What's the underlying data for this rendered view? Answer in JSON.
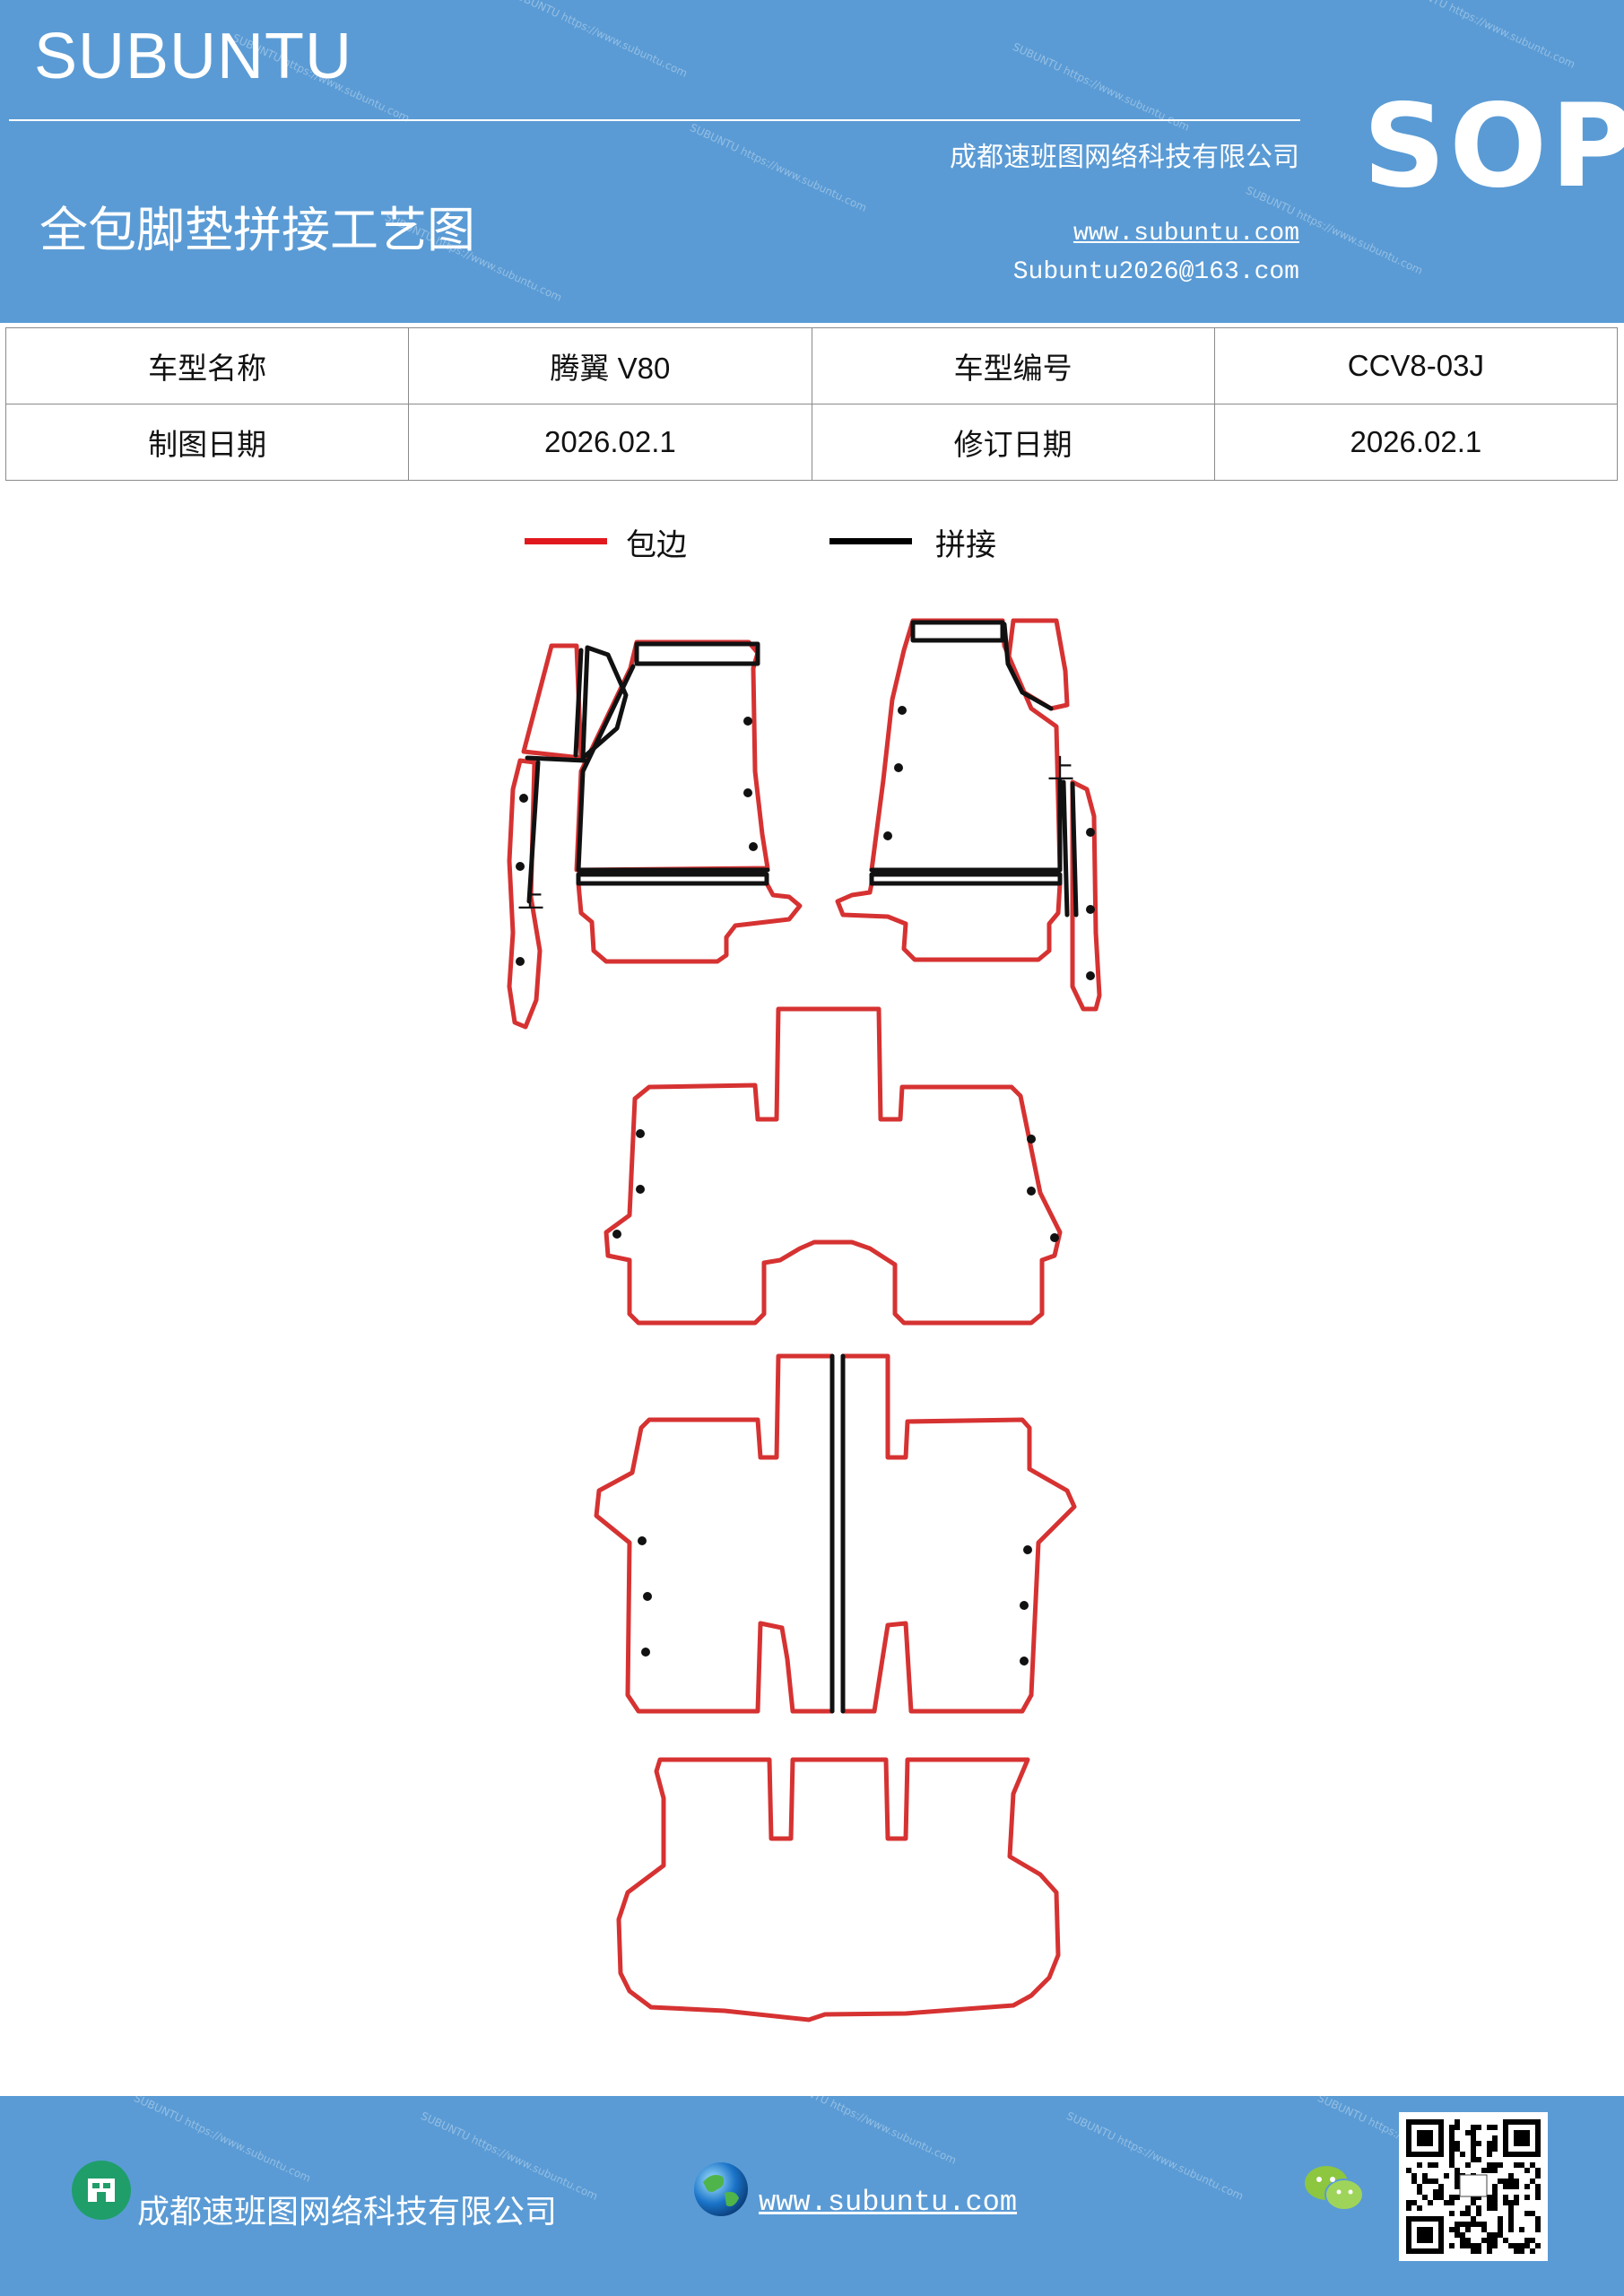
{
  "header": {
    "brand": "SUBUNTU",
    "company": "成都速班图网络科技有限公司",
    "title": "全包脚垫拼接工艺图",
    "url": "www.subuntu.com",
    "email": "Subuntu2026@163.com",
    "badge": "SOP"
  },
  "info_table": {
    "rows": [
      {
        "label1": "车型名称",
        "value1": "腾翼 V80",
        "label2": "车型编号",
        "value2": "CCV8-03J"
      },
      {
        "label1": "制图日期",
        "value1": "2026.02.1",
        "label2": "修订日期",
        "value2": "2026.02.1"
      }
    ]
  },
  "legend": {
    "items": [
      {
        "label": "包边",
        "color": "#e0191e"
      },
      {
        "label": "拼接",
        "color": "#000000"
      }
    ]
  },
  "diagram": {
    "up_mark_left": "上",
    "up_mark_right": "上",
    "edge_color": "#d63232",
    "seam_color": "#111111"
  },
  "footer": {
    "company": "成都速班图网络科技有限公司",
    "url": "www.subuntu.com ",
    "building_icon": "building-icon",
    "globe_icon": "globe-icon",
    "wechat_icon": "wechat-icon",
    "qr_icon": "qr-code-icon"
  },
  "watermark": "SUBUNTU https://www.subuntu.com"
}
